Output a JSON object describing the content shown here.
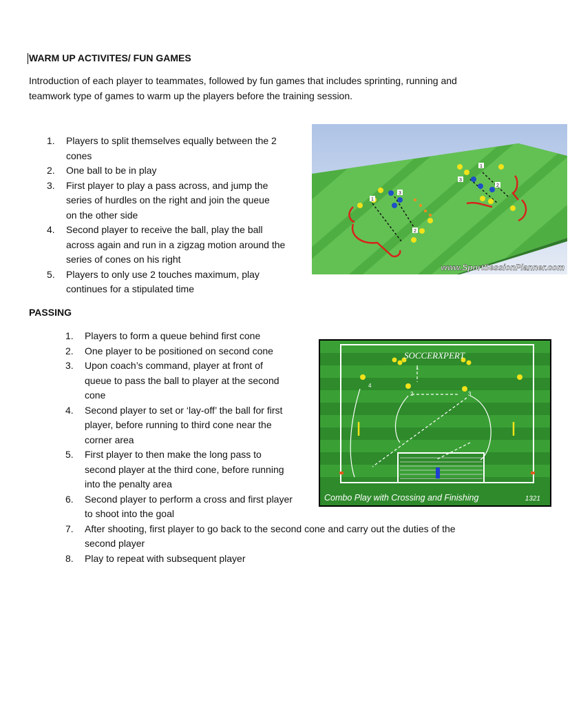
{
  "section1": {
    "heading": "WARM UP ACTIVITES/ FUN GAMES",
    "intro_line1": "Introduction of each player to teammates, followed by fun games that includes sprinting, running and",
    "intro_line2": "teamwork type of games to warm up the players before the training session.",
    "items": [
      {
        "num": "1.",
        "lines": [
          "Players to split themselves equally between the 2",
          "cones"
        ]
      },
      {
        "num": "2.",
        "lines": [
          "One ball to be in play"
        ]
      },
      {
        "num": "3.",
        "lines": [
          "First player to play a pass across, and jump the",
          "series of hurdles on the right and join the queue",
          "on the other side"
        ]
      },
      {
        "num": "4.",
        "lines": [
          "Second player to receive the ball, play the ball",
          "across again and run in a zigzag motion around the",
          "series of cones on his right"
        ]
      },
      {
        "num": "5.",
        "lines": [
          "Players to only use 2 touches maximum, play",
          "continues for a stipulated time"
        ]
      }
    ],
    "diagram_watermark": "www.SportSessionPlanner.com",
    "diagram_labels": [
      "1",
      "2",
      "3",
      "1",
      "2",
      "3"
    ]
  },
  "section2": {
    "heading": "PASSING",
    "items": [
      {
        "num": "1.",
        "lines": [
          "Players to form a queue behind first cone"
        ]
      },
      {
        "num": "2.",
        "lines": [
          "One player to be positioned on second cone"
        ]
      },
      {
        "num": "3.",
        "lines": [
          " Upon coach’s command, player at front of",
          "queue to pass the ball to player at the second",
          "cone"
        ]
      },
      {
        "num": "4.",
        "lines": [
          "Second player to set or ‘lay-off’ the ball for first",
          "player, before running to third cone near the",
          "corner area"
        ]
      },
      {
        "num": "5.",
        "lines": [
          "First player to then make the long pass to",
          "second player at the third cone, before running",
          "into the penalty area"
        ]
      },
      {
        "num": "6.",
        "lines": [
          "Second player to perform a cross and first player",
          "to shoot into the goal"
        ]
      },
      {
        "num": "7.",
        "lines": [
          "After shooting, first player to go back to the second cone and carry out the duties of the",
          "second player"
        ]
      },
      {
        "num": "8.",
        "lines": [
          " Play to repeat with subsequent player"
        ]
      }
    ],
    "diagram_logo": "SOCCERXPERT",
    "diagram_caption": "Combo Play with Crossing and Finishing",
    "diagram_code": "1321",
    "diagram_labels": [
      "1",
      "2",
      "3",
      "4"
    ]
  },
  "colors": {
    "pitch_light": "#5cb84a",
    "pitch_dark": "#3f9a35",
    "sky": "#c9d8ef",
    "player_yellow": "#f2e21a",
    "player_blue": "#1f4fc8",
    "arrow_red": "#d8231c",
    "pitch2_green": "#2e8a2b"
  }
}
